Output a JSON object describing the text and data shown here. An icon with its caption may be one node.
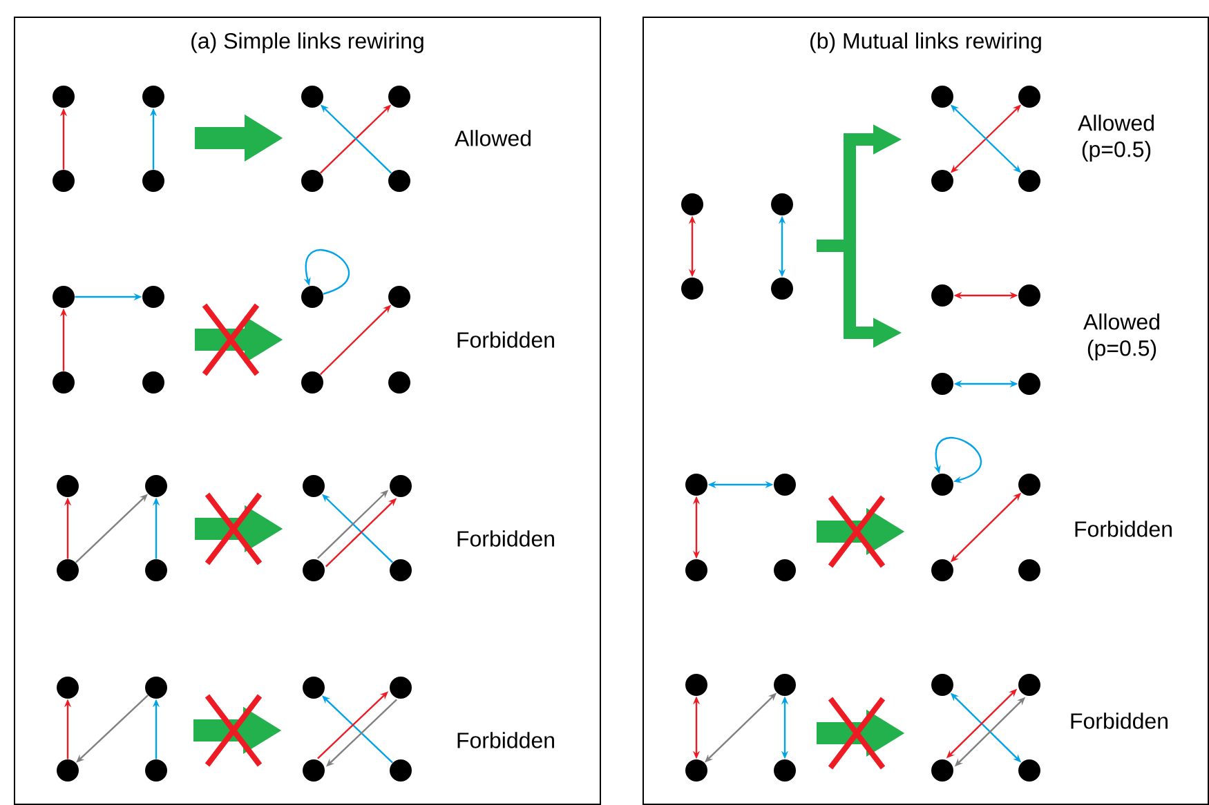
{
  "diagram": {
    "nodes": [
      {
        "text": [
          "(a) Simple links rewiring"
        ]
      },
      {
        "text": [],
        "shape": "circle",
        "in": 0
      },
      {
        "text": [],
        "shape": "circle",
        "in": 0
      },
      {
        "text": [],
        "shape": "circle",
        "in": 0
      },
      {
        "text": [],
        "shape": "circle",
        "in": 0
      },
      {
        "text": [],
        "shape": "circle",
        "in": 0
      },
      {
        "text": [],
        "shape": "circle",
        "in": 0
      },
      {
        "text": [],
        "shape": "circle",
        "in": 0
      },
      {
        "text": [],
        "shape": "circle",
        "in": 0
      },
      {
        "text": [],
        "shape": "circle",
        "in": 0
      },
      {
        "text": [],
        "shape": "circle",
        "in": 0
      },
      {
        "text": [],
        "shape": "circle",
        "in": 0
      },
      {
        "text": [],
        "shape": "circle",
        "in": 0
      },
      {
        "text": [],
        "shape": "circle",
        "in": 0
      },
      {
        "text": [],
        "shape": "circle",
        "in": 0
      },
      {
        "text": [],
        "shape": "circle",
        "in": 0
      },
      {
        "text": [],
        "shape": "circle",
        "in": 0
      },
      {
        "text": [],
        "shape": "circle",
        "in": 0
      },
      {
        "text": [],
        "shape": "circle",
        "in": 0
      },
      {
        "text": [],
        "shape": "circle",
        "in": 0
      },
      {
        "text": [],
        "shape": "circle",
        "in": 0
      },
      {
        "text": [],
        "shape": "circle",
        "in": 0
      },
      {
        "text": [],
        "shape": "circle",
        "in": 0
      },
      {
        "text": [],
        "shape": "circle",
        "in": 0
      },
      {
        "text": [],
        "shape": "circle",
        "in": 0
      },
      {
        "text": [],
        "shape": "circle",
        "in": 0
      },
      {
        "text": [],
        "shape": "circle",
        "in": 0
      },
      {
        "text": [],
        "shape": "circle",
        "in": 0
      },
      {
        "text": [],
        "shape": "circle",
        "in": 0
      },
      {
        "text": [],
        "shape": "circle",
        "in": 0
      },
      {
        "text": [],
        "shape": "circle",
        "in": 0
      },
      {
        "text": [],
        "shape": "circle",
        "in": 0
      },
      {
        "text": [],
        "shape": "circle",
        "in": 0
      },
      {
        "text": [
          "(b) Mutual links rewiring"
        ]
      },
      {
        "text": [],
        "shape": "circle",
        "in": 33
      },
      {
        "text": [],
        "shape": "circle",
        "in": 33
      },
      {
        "text": [],
        "shape": "circle",
        "in": 33
      },
      {
        "text": [],
        "shape": "circle",
        "in": 33
      },
      {
        "text": [],
        "shape": "circle",
        "in": 33
      },
      {
        "text": [],
        "shape": "circle",
        "in": 33
      },
      {
        "text": [],
        "shape": "circle",
        "in": 33
      },
      {
        "text": [],
        "shape": "circle",
        "in": 33
      },
      {
        "text": [],
        "shape": "circle",
        "in": 33
      },
      {
        "text": [],
        "shape": "circle",
        "in": 33
      },
      {
        "text": [],
        "shape": "circle",
        "in": 33
      },
      {
        "text": [],
        "shape": "circle",
        "in": 33
      },
      {
        "text": [],
        "shape": "circle",
        "in": 33
      },
      {
        "text": [],
        "shape": "circle",
        "in": 33
      },
      {
        "text": [],
        "shape": "circle",
        "in": 33
      },
      {
        "text": [],
        "shape": "circle",
        "in": 33
      },
      {
        "text": [],
        "shape": "circle",
        "in": 33
      },
      {
        "text": [],
        "shape": "circle",
        "in": 33
      },
      {
        "text": [],
        "shape": "circle",
        "in": 33
      },
      {
        "text": [],
        "shape": "circle",
        "in": 33
      },
      {
        "text": [],
        "shape": "circle",
        "in": 33
      },
      {
        "text": [],
        "shape": "circle",
        "in": 33
      },
      {
        "text": [],
        "shape": "circle",
        "in": 33
      },
      {
        "text": [],
        "shape": "circle",
        "in": 33
      },
      {
        "text": [],
        "shape": "circle",
        "in": 33
      },
      {
        "text": [],
        "shape": "circle",
        "in": 33
      },
      {
        "text": [],
        "shape": "circle",
        "in": 33
      },
      {
        "text": [],
        "shape": "circle",
        "in": 33
      }
    ],
    "edges": [
      {
        "from": 3,
        "to": 1,
        "arrow": "to",
        "color": "#ed1c24"
      },
      {
        "from": 4,
        "to": 2,
        "arrow": "to",
        "color": "#00a2e8"
      },
      {
        "from": 7,
        "to": 6,
        "arrow": "to",
        "color": "#ed1c24"
      },
      {
        "from": 8,
        "to": 5,
        "arrow": "to",
        "color": "#00a2e8"
      },
      {
        "from": 11,
        "to": 9,
        "arrow": "to",
        "color": "#ed1c24"
      },
      {
        "from": 9,
        "to": 10,
        "arrow": "to",
        "color": "#00a2e8"
      },
      {
        "from": 13,
        "to": 13,
        "arrow": "to",
        "color": "#00a2e8"
      },
      {
        "from": 15,
        "to": 14,
        "arrow": "to",
        "color": "#ed1c24"
      },
      {
        "from": 19,
        "to": 17,
        "arrow": "to",
        "color": "#ed1c24"
      },
      {
        "from": 19,
        "to": 18,
        "arrow": "to",
        "color": "#808080"
      },
      {
        "from": 20,
        "to": 18,
        "arrow": "to",
        "color": "#00a2e8"
      },
      {
        "from": 24,
        "to": 21,
        "arrow": "to",
        "color": "#00a2e8"
      },
      {
        "from": 23,
        "to": 22,
        "arrow": "to",
        "color": "#808080"
      },
      {
        "from": 23,
        "to": 22,
        "arrow": "to",
        "color": "#ed1c24"
      },
      {
        "from": 27,
        "to": 25,
        "arrow": "to",
        "color": "#ed1c24"
      },
      {
        "from": 26,
        "to": 27,
        "arrow": "to",
        "color": "#808080"
      },
      {
        "from": 28,
        "to": 26,
        "arrow": "to",
        "color": "#00a2e8"
      },
      {
        "from": 32,
        "to": 29,
        "arrow": "to",
        "color": "#00a2e8"
      },
      {
        "from": 31,
        "to": 30,
        "arrow": "to",
        "color": "#ed1c24"
      },
      {
        "from": 30,
        "to": 31,
        "arrow": "to",
        "color": "#808080"
      },
      {
        "from": 34,
        "to": 36,
        "arrow": "both",
        "color": "#ed1c24"
      },
      {
        "from": 35,
        "to": 37,
        "arrow": "both",
        "color": "#00a2e8"
      },
      {
        "from": 40,
        "to": 39,
        "arrow": "both",
        "color": "#ed1c24"
      },
      {
        "from": 38,
        "to": 41,
        "arrow": "both",
        "color": "#00a2e8"
      },
      {
        "from": 42,
        "to": 43,
        "arrow": "both",
        "color": "#ed1c24"
      },
      {
        "from": 44,
        "to": 45,
        "arrow": "both",
        "color": "#00a2e8"
      },
      {
        "from": 46,
        "to": 47,
        "arrow": "both",
        "color": "#00a2e8"
      },
      {
        "from": 46,
        "to": 48,
        "arrow": "both",
        "color": "#ed1c24"
      },
      {
        "from": 50,
        "to": 50,
        "arrow": "both",
        "color": "#00a2e8"
      },
      {
        "from": 52,
        "to": 51,
        "arrow": "both",
        "color": "#ed1c24"
      },
      {
        "from": 54,
        "to": 56,
        "arrow": "both",
        "color": "#ed1c24"
      },
      {
        "from": 56,
        "to": 55,
        "arrow": "both",
        "color": "#808080"
      },
      {
        "from": 55,
        "to": 57,
        "arrow": "both",
        "color": "#00a2e8"
      },
      {
        "from": 58,
        "to": 61,
        "arrow": "both",
        "color": "#00a2e8"
      },
      {
        "from": 60,
        "to": 59,
        "arrow": "both",
        "color": "#ed1c24"
      },
      {
        "from": 60,
        "to": 59,
        "arrow": "both",
        "color": "#808080"
      },
      {
        "from": 4,
        "to": 7,
        "arrow": "to",
        "style": "thick",
        "color": "#22b14c"
      },
      {
        "from": 12,
        "to": 15,
        "arrow": "to",
        "style": "thick",
        "color": "#22b14c"
      },
      {
        "from": 20,
        "to": 23,
        "arrow": "to",
        "style": "thick",
        "color": "#22b14c"
      },
      {
        "from": 28,
        "to": 31,
        "arrow": "to",
        "style": "thick",
        "color": "#22b14c"
      },
      {
        "from": 37,
        "to": 40,
        "arrow": "to",
        "style": "thick",
        "color": "#22b14c"
      },
      {
        "from": 37,
        "to": 42,
        "arrow": "to",
        "style": "thick",
        "color": "#22b14c"
      },
      {
        "from": 49,
        "to": 52,
        "arrow": "to",
        "style": "thick",
        "color": "#22b14c"
      },
      {
        "from": 57,
        "to": 60,
        "arrow": "to",
        "style": "thick",
        "color": "#22b14c"
      }
    ],
    "labels": [
      "Allowed",
      "Allowed (p=0.5)",
      "Forbidden",
      "Allowed (p=0.5)",
      "Forbidden",
      "Forbidden",
      "Forbidden",
      "Forbidden"
    ]
  }
}
